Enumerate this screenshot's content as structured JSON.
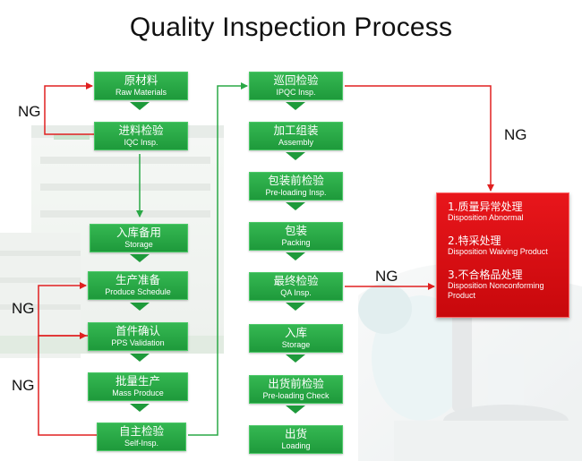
{
  "title": "Quality Inspection Process",
  "ng_label": "NG",
  "colors": {
    "step_green": "#1e9a3b",
    "flow_red": "#e02020",
    "disposition_red": "#d80d12"
  },
  "left_column": [
    {
      "cn": "原材料",
      "en": "Raw Materials"
    },
    {
      "cn": "进料检验",
      "en": "IQC Insp."
    },
    {
      "cn": "入库备用",
      "en": "Storage"
    },
    {
      "cn": "生产准备",
      "en": "Produce Schedule"
    },
    {
      "cn": "首件确认",
      "en": "PPS Validation"
    },
    {
      "cn": "批量生产",
      "en": "Mass Produce"
    },
    {
      "cn": "自主检验",
      "en": "Self-Insp."
    }
  ],
  "right_column": [
    {
      "cn": "巡回检验",
      "en": "IPQC Insp."
    },
    {
      "cn": "加工组装",
      "en": "Assembly"
    },
    {
      "cn": "包装前检验",
      "en": "Pre-loading Insp."
    },
    {
      "cn": "包装",
      "en": "Packing"
    },
    {
      "cn": "最终检验",
      "en": "QA Insp."
    },
    {
      "cn": "入库",
      "en": "Storage"
    },
    {
      "cn": "出货前检验",
      "en": "Pre-loading Check"
    },
    {
      "cn": "出货",
      "en": "Loading"
    }
  ],
  "disposition": [
    {
      "cn": "1.质量异常处理",
      "en": "Disposition Abnormal"
    },
    {
      "cn": "2.特采处理",
      "en": "Disposition Waiving Product"
    },
    {
      "cn": "3.不合格品处理",
      "en": "Disposition Nonconforming Product"
    }
  ]
}
